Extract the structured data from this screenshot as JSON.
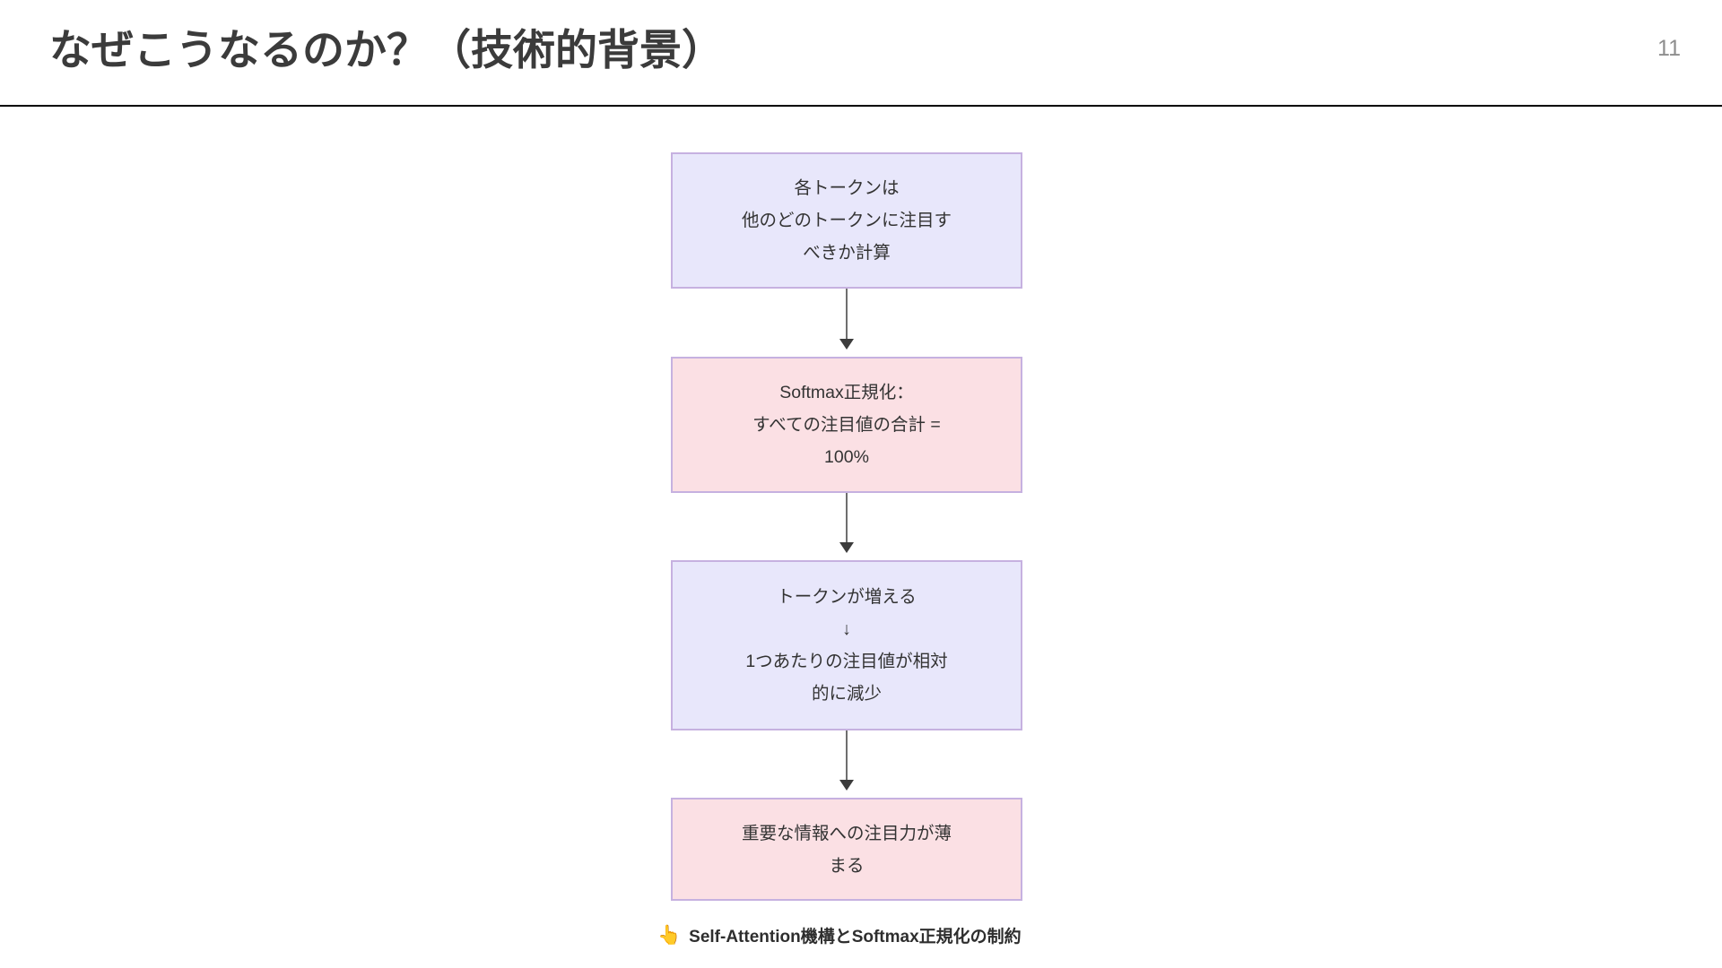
{
  "header": {
    "title": "なぜこうなるのか？（技術的背景）",
    "page_number": "11"
  },
  "diagram": {
    "type": "flowchart",
    "orientation": "vertical",
    "colors": {
      "lavender_fill": "#e8e7fb",
      "pink_fill": "#fbe0e4",
      "node_border": "#c6b1e0",
      "connector": "#6e6e6e",
      "arrowhead": "#3c3c3c",
      "text": "#333333"
    },
    "nodes": [
      {
        "id": "node-1",
        "style": "lavender",
        "text": "各トークンは\n他のどのトークンに注目す\nべきか計算"
      },
      {
        "id": "node-2",
        "style": "pink",
        "text": "Softmax正規化：\nすべての注目値の合計 =\n100%"
      },
      {
        "id": "node-3",
        "style": "lavender",
        "text": "トークンが増える\n↓\n1つあたりの注目値が相対\n的に減少"
      },
      {
        "id": "node-4",
        "style": "pink",
        "text": "重要な情報への注目力が薄\nまる"
      }
    ],
    "connector_count": 3
  },
  "caption": {
    "emoji": "👆",
    "emoji_name": "point-up-hand-icon",
    "text": "Self-Attention機構とSoftmax正規化の制約"
  }
}
